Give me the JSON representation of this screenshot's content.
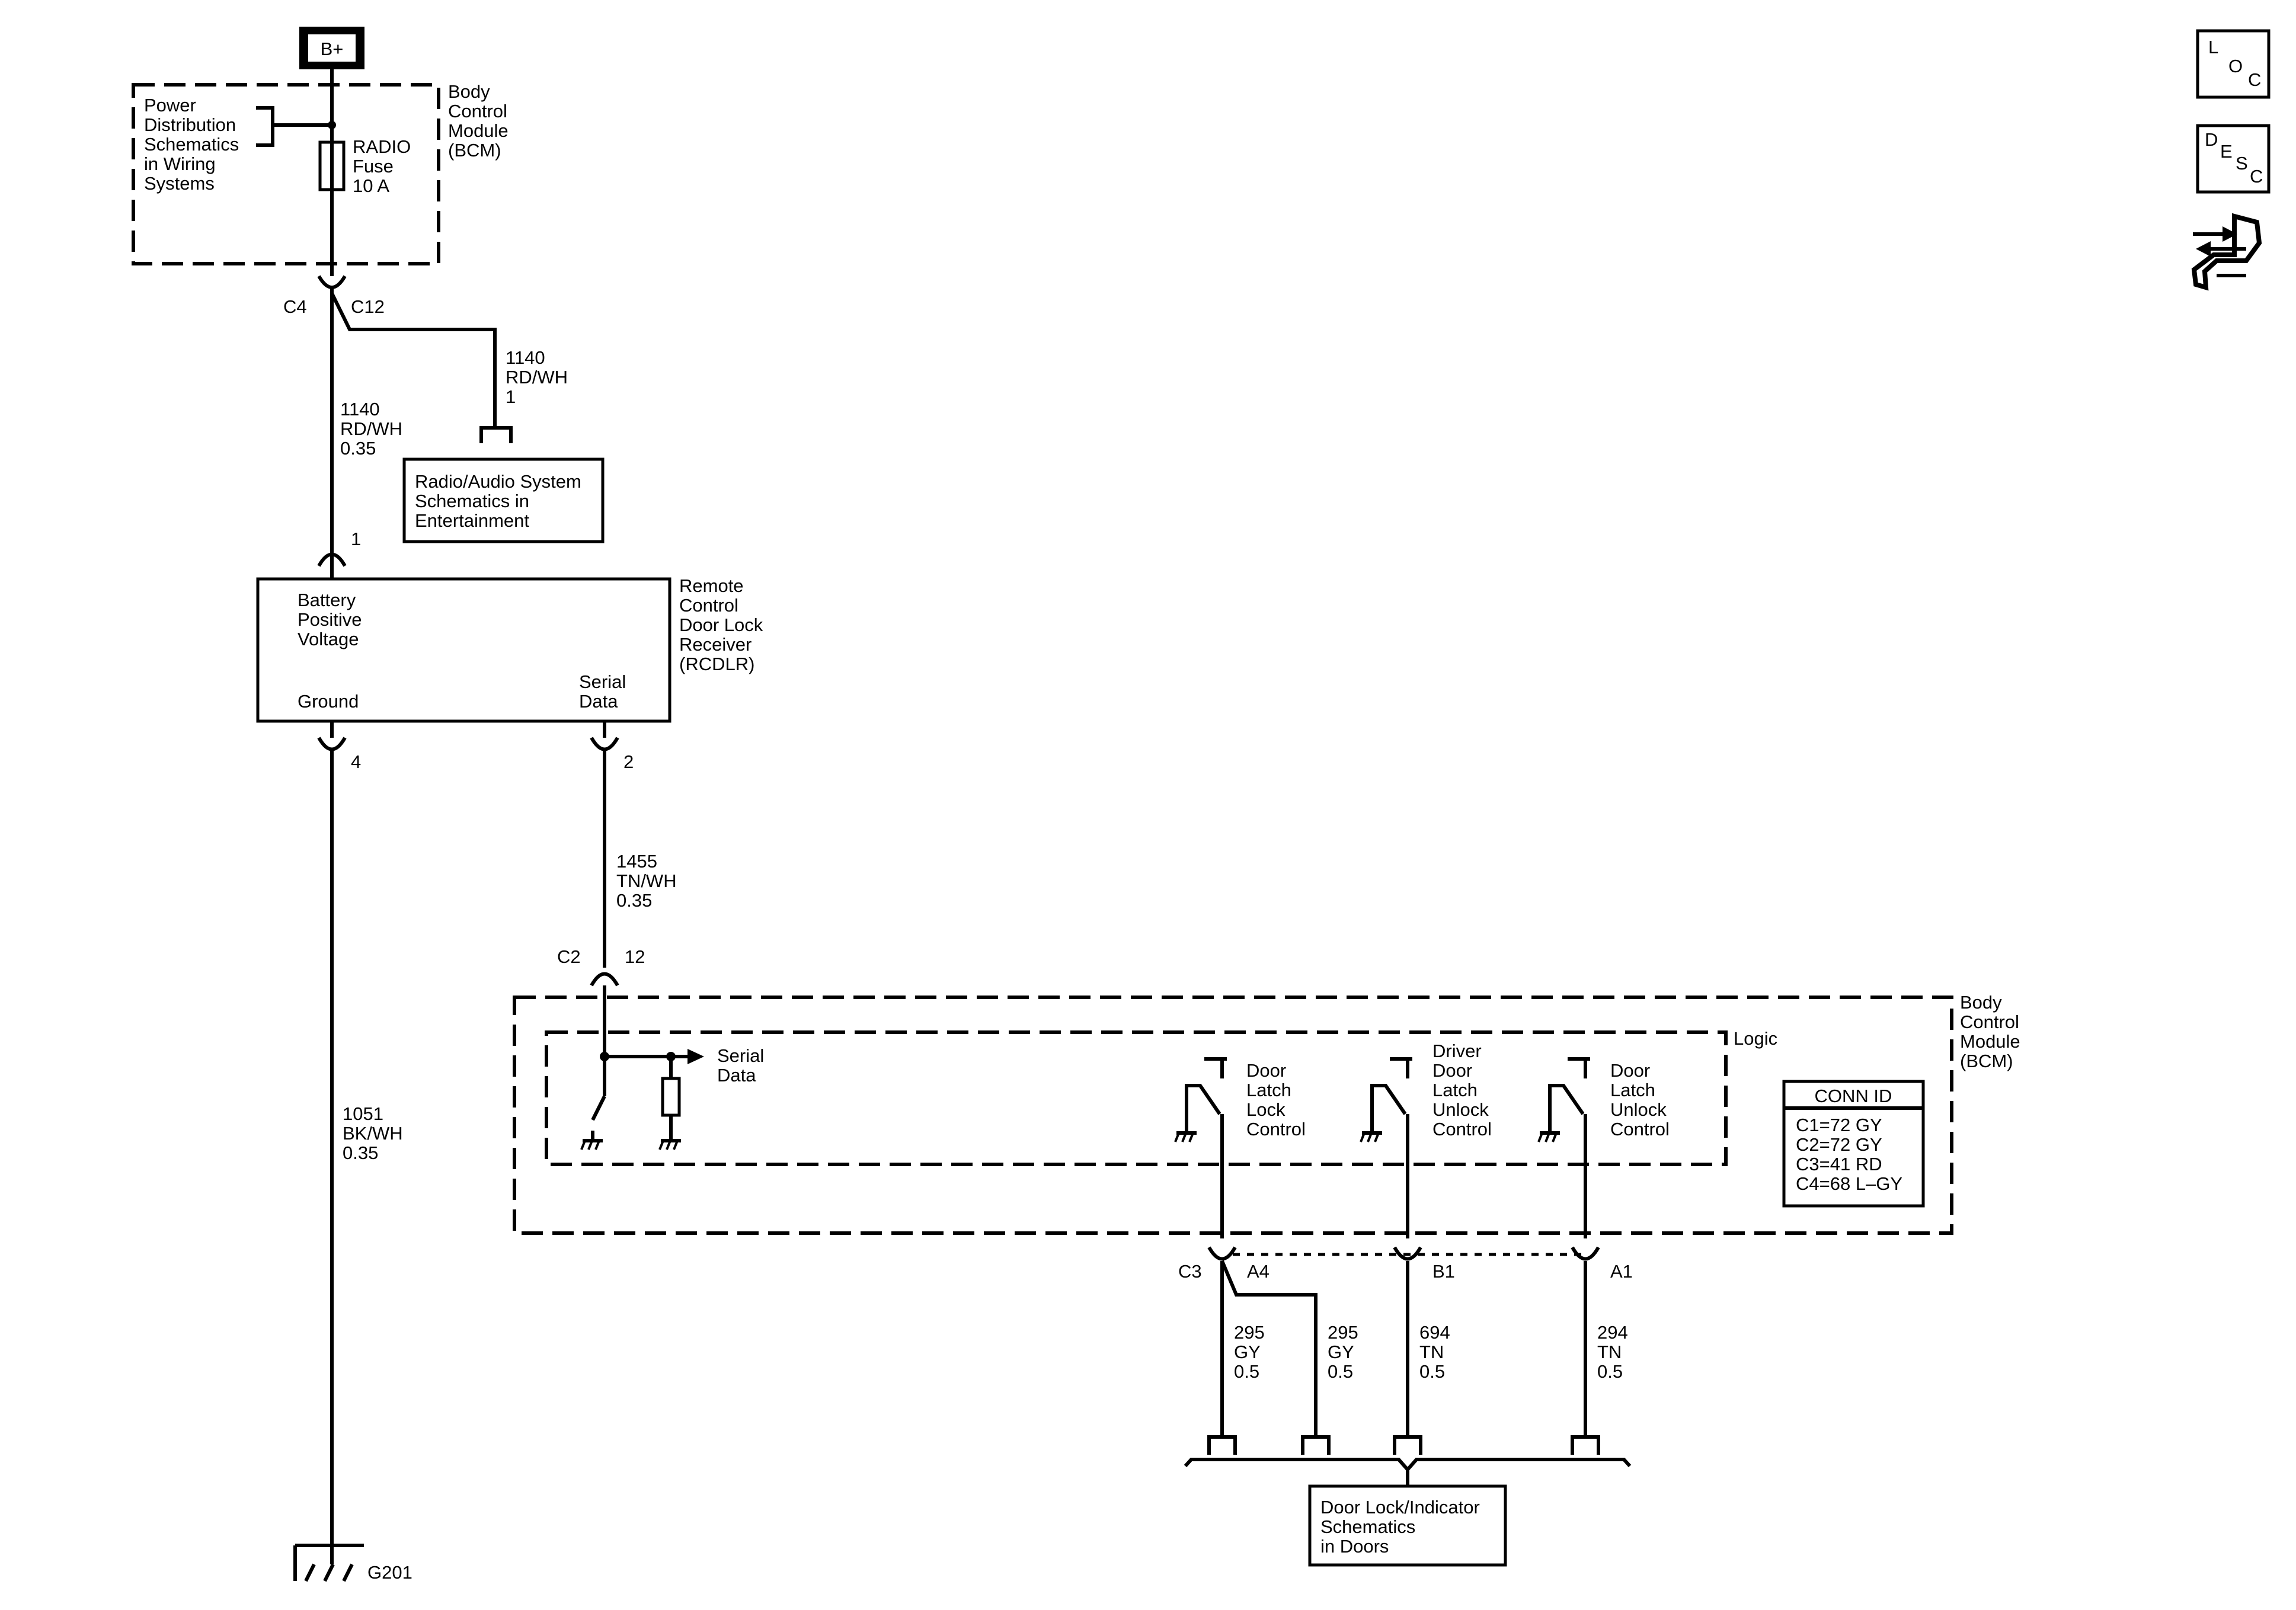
{
  "supply": {
    "label": "B+"
  },
  "bcm_top": {
    "name_lines": [
      "Body",
      "Control",
      "Module",
      "(BCM)"
    ],
    "power_ref_lines": [
      "Power",
      "Distribution",
      "Schematics",
      "in Wiring",
      "Systems"
    ],
    "fuse_lines": [
      "RADIO",
      "Fuse",
      "10 A"
    ],
    "connector": "C4",
    "pin": "C12"
  },
  "radio_branch": {
    "wire_lines": [
      "1140",
      "RD/WH",
      "1"
    ],
    "ref_lines": [
      "Radio/Audio System",
      "Schematics in",
      "Entertainment"
    ]
  },
  "wire_battery": {
    "lines": [
      "1140",
      "RD/WH",
      "0.35"
    ]
  },
  "rcdlr": {
    "name_lines": [
      "Remote",
      "Control",
      "Door Lock",
      "Receiver",
      "(RCDLR)"
    ],
    "battery_lines": [
      "Battery",
      "Positive",
      "Voltage"
    ],
    "ground_label": "Ground",
    "serial_lines": [
      "Serial",
      "Data"
    ],
    "pin_battery": "1",
    "pin_ground": "4",
    "pin_serial": "2"
  },
  "wire_serial": {
    "lines": [
      "1455",
      "TN/WH",
      "0.35"
    ]
  },
  "bcm_serial_conn": {
    "connector": "C2",
    "pin": "12"
  },
  "wire_ground": {
    "lines": [
      "1051",
      "BK/WH",
      "0.35"
    ]
  },
  "ground_point": {
    "label": "G201"
  },
  "bcm_bottom": {
    "name_lines": [
      "Body",
      "Control",
      "Module",
      "(BCM)"
    ],
    "logic_label": "Logic",
    "serial_lines": [
      "Serial",
      "Data"
    ],
    "switches": [
      {
        "lines": [
          "Door",
          "Latch",
          "Lock",
          "Control"
        ]
      },
      {
        "lines": [
          "Driver",
          "Door",
          "Latch",
          "Unlock",
          "Control"
        ]
      },
      {
        "lines": [
          "Door",
          "Latch",
          "Unlock",
          "Control"
        ]
      }
    ],
    "conn_id": {
      "title": "CONN ID",
      "rows": [
        "C1=72 GY",
        "C2=72 GY",
        "C3=41 RD",
        "C4=68 L–GY"
      ]
    },
    "c3": {
      "connector": "C3",
      "pins": [
        "A4",
        "B1",
        "A1"
      ]
    }
  },
  "output_wires": [
    {
      "lines": [
        "295",
        "GY",
        "0.5"
      ]
    },
    {
      "lines": [
        "295",
        "GY",
        "0.5"
      ]
    },
    {
      "lines": [
        "694",
        "TN",
        "0.5"
      ]
    },
    {
      "lines": [
        "294",
        "TN",
        "0.5"
      ]
    }
  ],
  "doors_ref": {
    "lines": [
      "Door Lock/Indicator",
      "Schematics",
      "in Doors"
    ]
  },
  "side_icons": {
    "loc": {
      "letters": [
        "L",
        "O",
        "C"
      ]
    },
    "desc": {
      "letters": [
        "D",
        "E",
        "S",
        "C"
      ]
    },
    "icon": "service-tool-icon"
  }
}
